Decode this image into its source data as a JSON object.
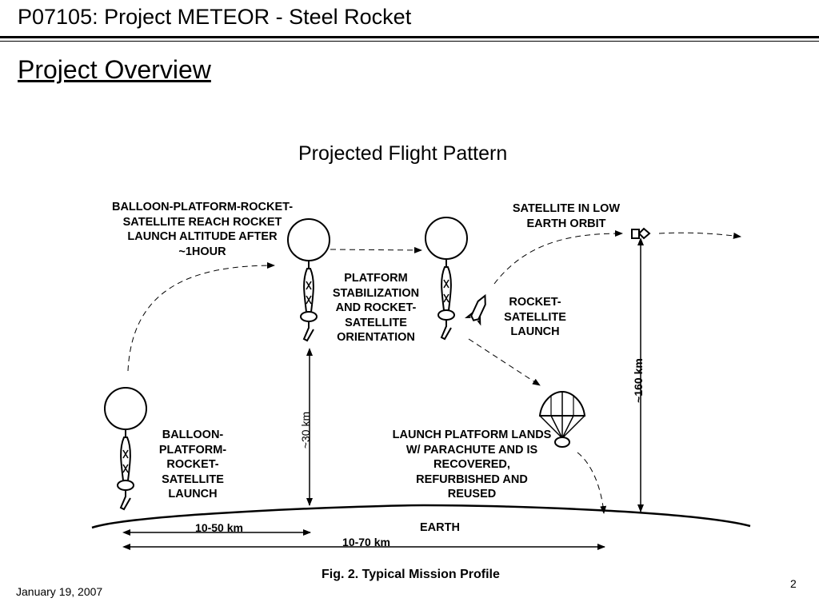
{
  "header": {
    "title": "P07105: Project METEOR - Steel Rocket",
    "heading": "Project Overview"
  },
  "diagram": {
    "title": "Projected Flight Pattern",
    "labels": {
      "reach_altitude": "BALLOON-PLATFORM-ROCKET-SATELLITE REACH ROCKET LAUNCH ALTITUDE AFTER ~1HOUR",
      "satellite_orbit": "SATELLITE IN LOW EARTH ORBIT",
      "stabilization": "PLATFORM STABILIZATION AND ROCKET-SATELLITE ORIENTATION",
      "rocket_launch": "ROCKET-SATELLITE LAUNCH",
      "balloon_launch": "BALLOON-PLATFORM-ROCKET-SATELLITE LAUNCH",
      "platform_lands": "LAUNCH PLATFORM LANDS W/ PARACHUTE AND IS RECOVERED, REFURBISHED AND REUSED",
      "earth": "EARTH"
    },
    "dimensions": {
      "altitude_balloon": "~30 km",
      "altitude_orbit": "~160 km",
      "range_short": "10-50 km",
      "range_long": "10-70 km"
    },
    "caption": "Fig. 2. Typical Mission Profile"
  },
  "footer": {
    "date": "January 19, 2007",
    "page": "2"
  }
}
